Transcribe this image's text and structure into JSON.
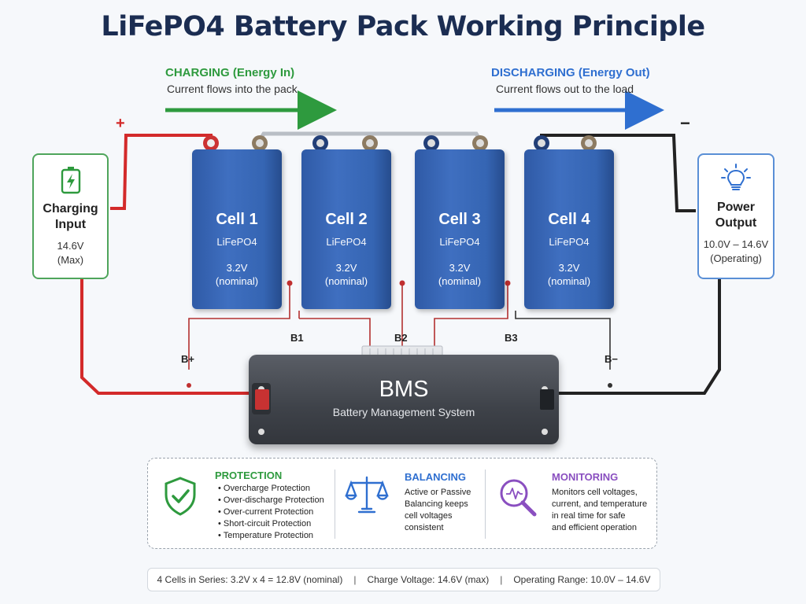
{
  "title": "LiFePO4 Battery Pack Working Principle",
  "charging": {
    "title": "CHARGING (Energy In)",
    "subtitle": "Current flows into the pack",
    "color": "#2e9a3e"
  },
  "discharging": {
    "title": "DISCHARGING (Energy Out)",
    "subtitle": "Current flows out to the load",
    "color": "#2f6fd0"
  },
  "terminals": {
    "positive": "+",
    "negative": "−"
  },
  "charging_input": {
    "title_line1": "Charging",
    "title_line2": "Input",
    "value": "14.6V",
    "note": "(Max)",
    "icon": "battery-charging-icon"
  },
  "power_output": {
    "title_line1": "Power",
    "title_line2": "Output",
    "value": "10.0V – 14.6V",
    "note": "(Operating)",
    "icon": "lightbulb-icon"
  },
  "cells": [
    {
      "name": "Cell 1",
      "chemistry": "LiFePO4",
      "voltage": "3.2V",
      "note": "(nominal)"
    },
    {
      "name": "Cell 2",
      "chemistry": "LiFePO4",
      "voltage": "3.2V",
      "note": "(nominal)"
    },
    {
      "name": "Cell 3",
      "chemistry": "LiFePO4",
      "voltage": "3.2V",
      "note": "(nominal)"
    },
    {
      "name": "Cell 4",
      "chemistry": "LiFePO4",
      "voltage": "3.2V",
      "note": "(nominal)"
    }
  ],
  "balance_labels": {
    "bplus": "B+",
    "b1": "B1",
    "b2": "B2",
    "b3": "B3",
    "bminus": "B−"
  },
  "bms": {
    "title": "BMS",
    "subtitle": "Battery Management System"
  },
  "features": {
    "protection": {
      "title": "PROTECTION",
      "icon": "shield-check-icon",
      "color": "#2e9a3e",
      "items": [
        "Overcharge Protection",
        "Over-discharge Protection",
        "Over-current Protection",
        "Short-circuit Protection",
        "Temperature Protection"
      ]
    },
    "balancing": {
      "title": "BALANCING",
      "icon": "balance-scale-icon",
      "color": "#2f6fd0",
      "lines": [
        "Active or Passive",
        "Balancing keeps",
        "cell voltages",
        "consistent"
      ]
    },
    "monitoring": {
      "title": "MONITORING",
      "icon": "magnifier-chart-icon",
      "color": "#8a4fc0",
      "lines": [
        "Monitors cell voltages,",
        "current, and temperature",
        "in real time for safe",
        "and efficient operation"
      ]
    }
  },
  "footer": {
    "series": "4 Cells in Series: 3.2V x 4 = 12.8V (nominal)",
    "charge": "Charge Voltage: 14.6V (max)",
    "range": "Operating Range: 10.0V – 14.6V",
    "separator": "|"
  }
}
